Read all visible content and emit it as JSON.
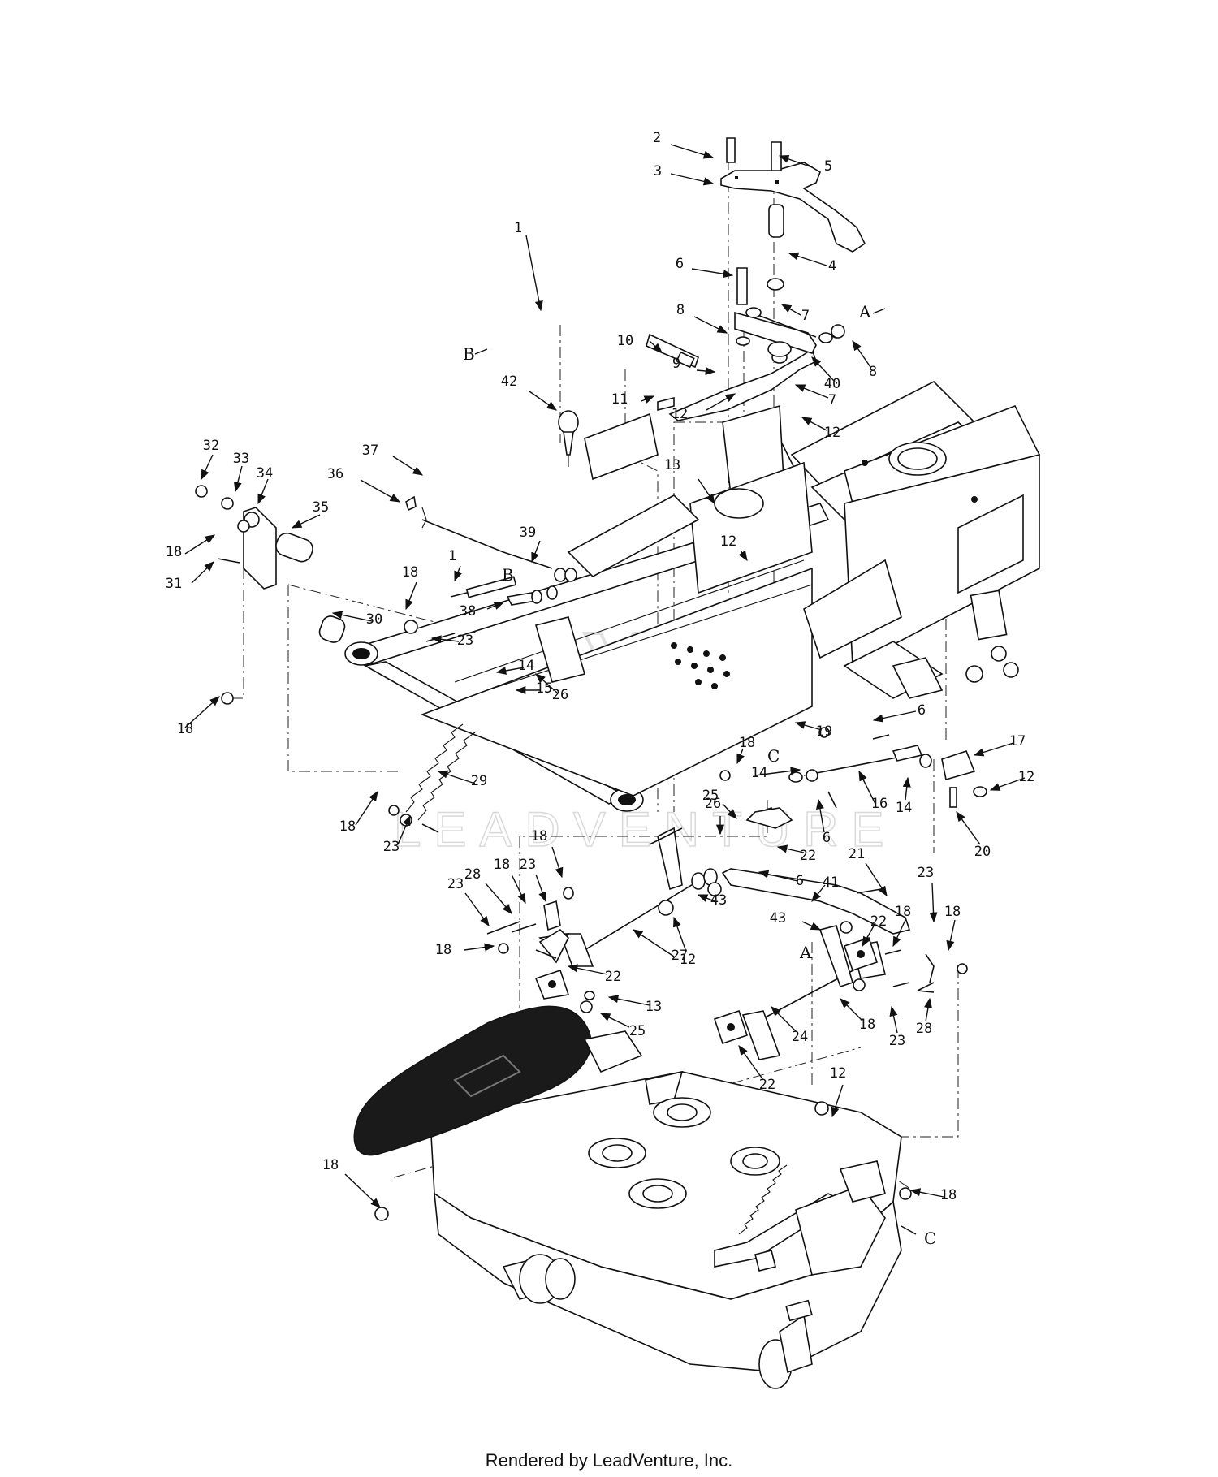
{
  "footer": {
    "credit": "Rendered by LeadVenture, Inc."
  },
  "watermark": {
    "text": "LEADVENTURE"
  },
  "callouts": [
    {
      "id": "c2",
      "label": "2"
    },
    {
      "id": "c5",
      "label": "5"
    },
    {
      "id": "c3",
      "label": "3"
    },
    {
      "id": "c4",
      "label": "4"
    },
    {
      "id": "c1a",
      "label": "1"
    },
    {
      "id": "c6a",
      "label": "6"
    },
    {
      "id": "c7a",
      "label": "7"
    },
    {
      "id": "c10",
      "label": "10"
    },
    {
      "id": "c8a",
      "label": "8"
    },
    {
      "id": "c9",
      "label": "9"
    },
    {
      "id": "c40",
      "label": "40"
    },
    {
      "id": "c8b",
      "label": "8"
    },
    {
      "id": "c11",
      "label": "11"
    },
    {
      "id": "c7b",
      "label": "7"
    },
    {
      "id": "c42",
      "label": "42"
    },
    {
      "id": "c12a",
      "label": "12"
    },
    {
      "id": "c12b",
      "label": "12"
    },
    {
      "id": "c32",
      "label": "32"
    },
    {
      "id": "c33",
      "label": "33"
    },
    {
      "id": "c34",
      "label": "34"
    },
    {
      "id": "c37",
      "label": "37"
    },
    {
      "id": "c36",
      "label": "36"
    },
    {
      "id": "c13a",
      "label": "13"
    },
    {
      "id": "c35",
      "label": "35"
    },
    {
      "id": "c12c",
      "label": "12"
    },
    {
      "id": "c18a",
      "label": "18"
    },
    {
      "id": "c39",
      "label": "39"
    },
    {
      "id": "c31",
      "label": "31"
    },
    {
      "id": "c1b",
      "label": "1"
    },
    {
      "id": "c18b",
      "label": "18"
    },
    {
      "id": "c38",
      "label": "38"
    },
    {
      "id": "c30",
      "label": "30"
    },
    {
      "id": "c23a",
      "label": "23"
    },
    {
      "id": "c26a",
      "label": "26"
    },
    {
      "id": "c14a",
      "label": "14"
    },
    {
      "id": "c15",
      "label": "15"
    },
    {
      "id": "c18c",
      "label": "18"
    },
    {
      "id": "c6b",
      "label": "6"
    },
    {
      "id": "c19",
      "label": "19"
    },
    {
      "id": "c17",
      "label": "17"
    },
    {
      "id": "c18d",
      "label": "18"
    },
    {
      "id": "c14b",
      "label": "14"
    },
    {
      "id": "c12d",
      "label": "12"
    },
    {
      "id": "c29",
      "label": "29"
    },
    {
      "id": "c16",
      "label": "16"
    },
    {
      "id": "c14c",
      "label": "14"
    },
    {
      "id": "c18e",
      "label": "18"
    },
    {
      "id": "c23b",
      "label": "23"
    },
    {
      "id": "c26b",
      "label": "26"
    },
    {
      "id": "c25a",
      "label": "25"
    },
    {
      "id": "c6c",
      "label": "6"
    },
    {
      "id": "c20",
      "label": "20"
    },
    {
      "id": "c18f",
      "label": "18"
    },
    {
      "id": "c22a",
      "label": "22"
    },
    {
      "id": "c21",
      "label": "21"
    },
    {
      "id": "c18g",
      "label": "18"
    },
    {
      "id": "c23c",
      "label": "23"
    },
    {
      "id": "c6d",
      "label": "6"
    },
    {
      "id": "c41",
      "label": "41"
    },
    {
      "id": "c23d",
      "label": "23"
    },
    {
      "id": "c28a",
      "label": "28"
    },
    {
      "id": "c23e",
      "label": "23"
    },
    {
      "id": "c43a",
      "label": "43"
    },
    {
      "id": "c43b",
      "label": "43"
    },
    {
      "id": "c18h",
      "label": "18"
    },
    {
      "id": "c18i",
      "label": "18"
    },
    {
      "id": "c22b",
      "label": "22"
    },
    {
      "id": "c18j",
      "label": "18"
    },
    {
      "id": "c27",
      "label": "27"
    },
    {
      "id": "c12e",
      "label": "12"
    },
    {
      "id": "c22c",
      "label": "22"
    },
    {
      "id": "c13b",
      "label": "13"
    },
    {
      "id": "c25b",
      "label": "25"
    },
    {
      "id": "c24",
      "label": "24"
    },
    {
      "id": "c18k",
      "label": "18"
    },
    {
      "id": "c23f",
      "label": "23"
    },
    {
      "id": "c28b",
      "label": "28"
    },
    {
      "id": "c22d",
      "label": "22"
    },
    {
      "id": "c12f",
      "label": "12"
    },
    {
      "id": "c18l",
      "label": "18"
    },
    {
      "id": "c18m",
      "label": "18"
    }
  ],
  "connectors": [
    {
      "id": "lA1",
      "label": "A"
    },
    {
      "id": "lB1",
      "label": "B"
    },
    {
      "id": "lB2",
      "label": "B"
    },
    {
      "id": "lC1",
      "label": "C"
    },
    {
      "id": "lA2",
      "label": "A"
    },
    {
      "id": "lC2",
      "label": "C"
    }
  ]
}
